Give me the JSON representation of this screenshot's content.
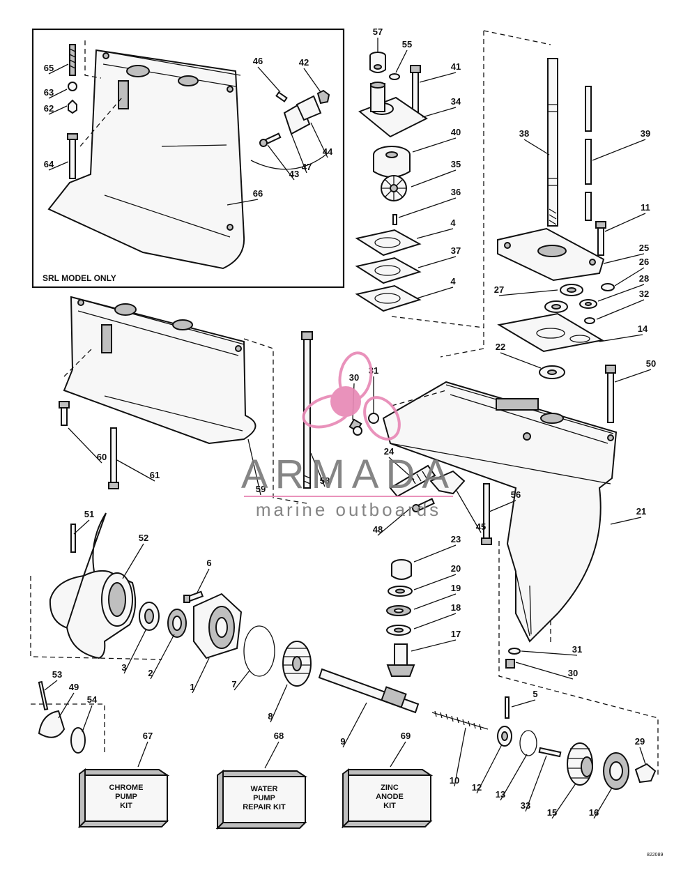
{
  "diagram": {
    "inset_label": "SRL MODEL ONLY",
    "figure_code": "822089",
    "callouts": [
      "1",
      "2",
      "3",
      "4",
      "4",
      "5",
      "6",
      "7",
      "8",
      "9",
      "10",
      "11",
      "12",
      "13",
      "14",
      "15",
      "16",
      "17",
      "18",
      "19",
      "20",
      "21",
      "22",
      "23",
      "24",
      "25",
      "26",
      "27",
      "28",
      "29",
      "30",
      "30",
      "31",
      "31",
      "32",
      "33",
      "34",
      "35",
      "36",
      "37",
      "38",
      "39",
      "40",
      "41",
      "42",
      "43",
      "44",
      "45",
      "46",
      "47",
      "48",
      "49",
      "50",
      "51",
      "52",
      "53",
      "54",
      "55",
      "56",
      "57",
      "58",
      "59",
      "60",
      "61",
      "62",
      "63",
      "64",
      "65",
      "66",
      "67",
      "68",
      "69"
    ],
    "kits": [
      {
        "number": "67",
        "lines": [
          "CHROME",
          "PUMP",
          "KIT"
        ]
      },
      {
        "number": "68",
        "lines": [
          "WATER",
          "PUMP",
          "REPAIR KIT"
        ]
      },
      {
        "number": "69",
        "lines": [
          "ZINC",
          "ANODE",
          "KIT"
        ]
      }
    ]
  },
  "watermark": {
    "name": "ARMADA",
    "tagline": "marine outboards",
    "colors": {
      "pink": "#e889b6",
      "gray": "#7b7b7b"
    }
  }
}
